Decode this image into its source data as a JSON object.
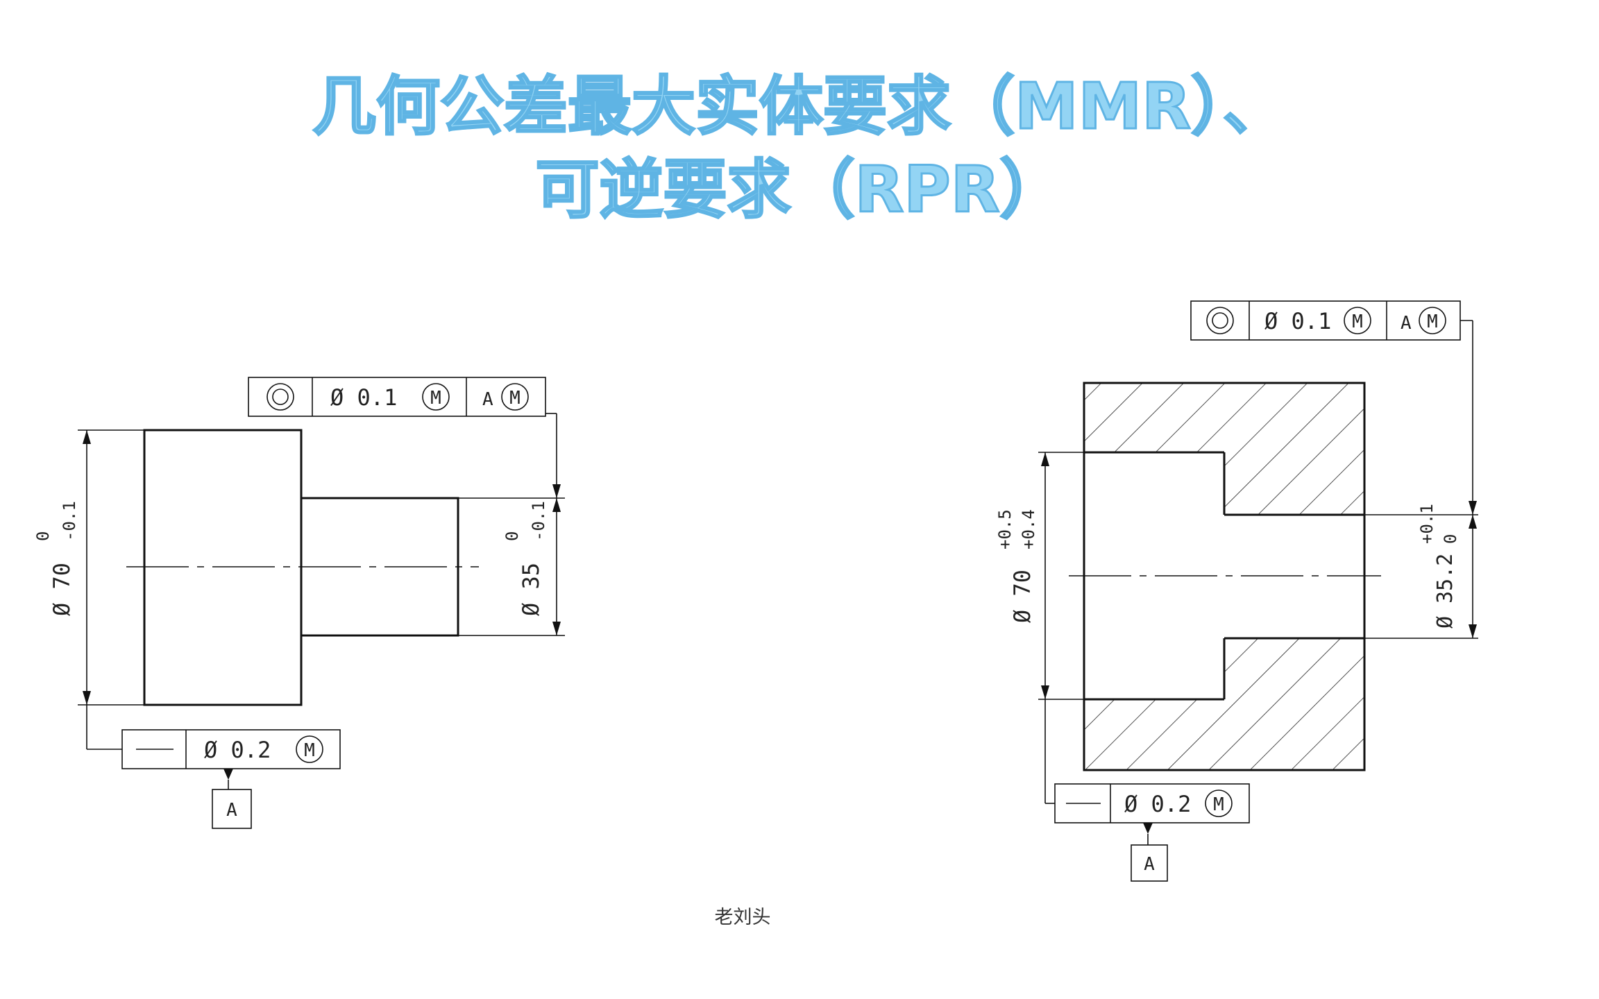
{
  "title": {
    "line1": "几何公差最大实体要求（MMR）、",
    "line2": "可逆要求（RPR）"
  },
  "author": "老刘头",
  "left_drawing": {
    "coax_frame": {
      "symbol": "◎",
      "tolerance": "Ø 0.1",
      "modifier": "M",
      "datum": "A",
      "datum_modifier": "M"
    },
    "straight_frame": {
      "symbol": "—",
      "tolerance": "Ø 0.2",
      "modifier": "M"
    },
    "datum_label": "A",
    "dim_large": {
      "nominal": "Ø 70",
      "upper": "0",
      "lower": "-0.1"
    },
    "dim_small": {
      "nominal": "Ø 35",
      "upper": "0",
      "lower": "-0.1"
    }
  },
  "right_drawing": {
    "coax_frame": {
      "symbol": "◎",
      "tolerance": "Ø 0.1",
      "modifier": "M",
      "datum": "A",
      "datum_modifier": "M"
    },
    "straight_frame": {
      "symbol": "—",
      "tolerance": "Ø 0.2",
      "modifier": "M"
    },
    "datum_label": "A",
    "dim_large": {
      "nominal": "Ø 70",
      "upper": "+0.5",
      "lower": "+0.4"
    },
    "dim_small": {
      "nominal": "Ø 35.2",
      "upper": "+0.1",
      "lower": "0"
    }
  }
}
